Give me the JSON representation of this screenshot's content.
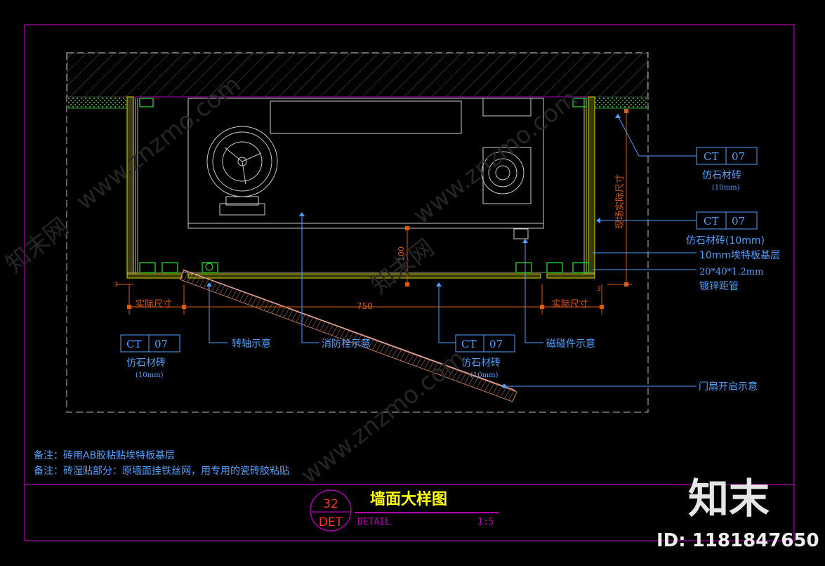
{
  "callouts": {
    "ct_top": {
      "code": "CT",
      "num": "07",
      "name": "仿石材砖",
      "spec": "(10mm)"
    },
    "ct_mid": {
      "code": "CT",
      "num": "07",
      "name": "仿石材砖(10mm)"
    },
    "ct_left": {
      "code": "CT",
      "num": "07",
      "name": "仿石材砖",
      "spec": "(10mm)"
    },
    "ct_center": {
      "code": "CT",
      "num": "07",
      "name": "仿石材砖",
      "spec": "(10mm)"
    }
  },
  "labels": {
    "base_layer": "10mm埃特板基层",
    "pipe_size": "20*40*1.2mm",
    "pipe_name": "镀锌距管",
    "vertical_dim": "现场实际尺寸",
    "pivot": "转轴示意",
    "hydrant": "消防栓示意",
    "magnet": "磁碰件示意",
    "door": "门扇开启示意"
  },
  "dims": {
    "actual_left": "实际尺寸",
    "actual_right": "实际尺寸",
    "width": "750",
    "depth": "100",
    "small_3": "3"
  },
  "notes": [
    "备注：砖用AB胶粘贴埃特板基层",
    "备注：砖湿贴部分：原墙面挂铁丝网，用专用的瓷砖胶粘贴"
  ],
  "title_block": {
    "num": "32",
    "tag": "DET",
    "title": "墙面大样图",
    "detail": "DETAIL",
    "scale": "1:5"
  },
  "watermark": {
    "logo": "知末",
    "id": "ID: 1181847650",
    "site": "www.znzmo.com",
    "cn": "知末网"
  }
}
